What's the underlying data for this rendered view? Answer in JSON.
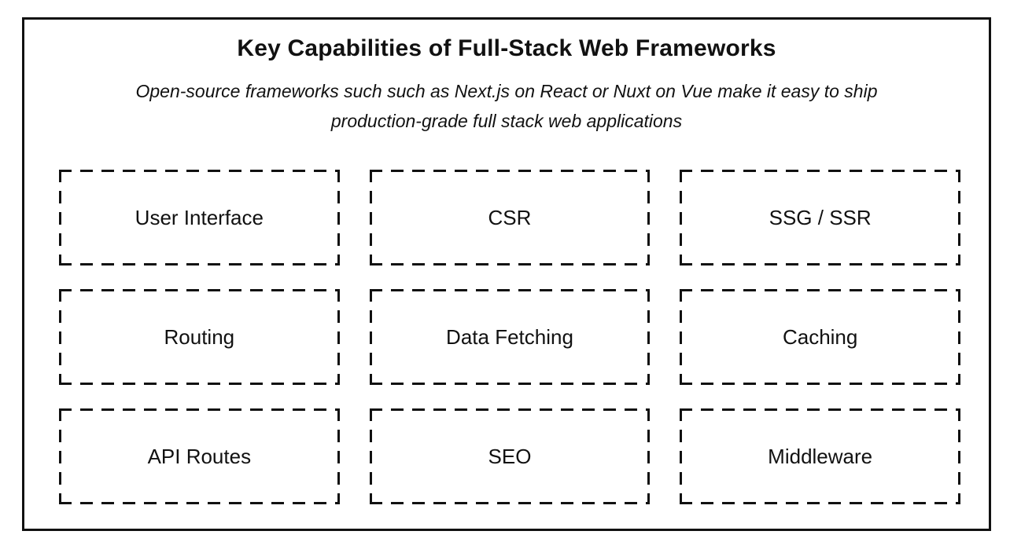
{
  "header": {
    "title": "Key Capabilities of Full-Stack Web Frameworks",
    "subtitle_line1": "Open-source frameworks such such as Next.js on React or Nuxt on Vue make it easy to ship",
    "subtitle_line2": "production-grade full stack web applications"
  },
  "colors": {
    "ink": "#111111",
    "background": "#ffffff"
  },
  "capabilities": {
    "boxes": [
      {
        "label": "User Interface"
      },
      {
        "label": "CSR"
      },
      {
        "label": "SSG / SSR"
      },
      {
        "label": "Routing"
      },
      {
        "label": "Data Fetching"
      },
      {
        "label": "Caching"
      },
      {
        "label": "API Routes"
      },
      {
        "label": "SEO"
      },
      {
        "label": "Middleware"
      }
    ]
  }
}
